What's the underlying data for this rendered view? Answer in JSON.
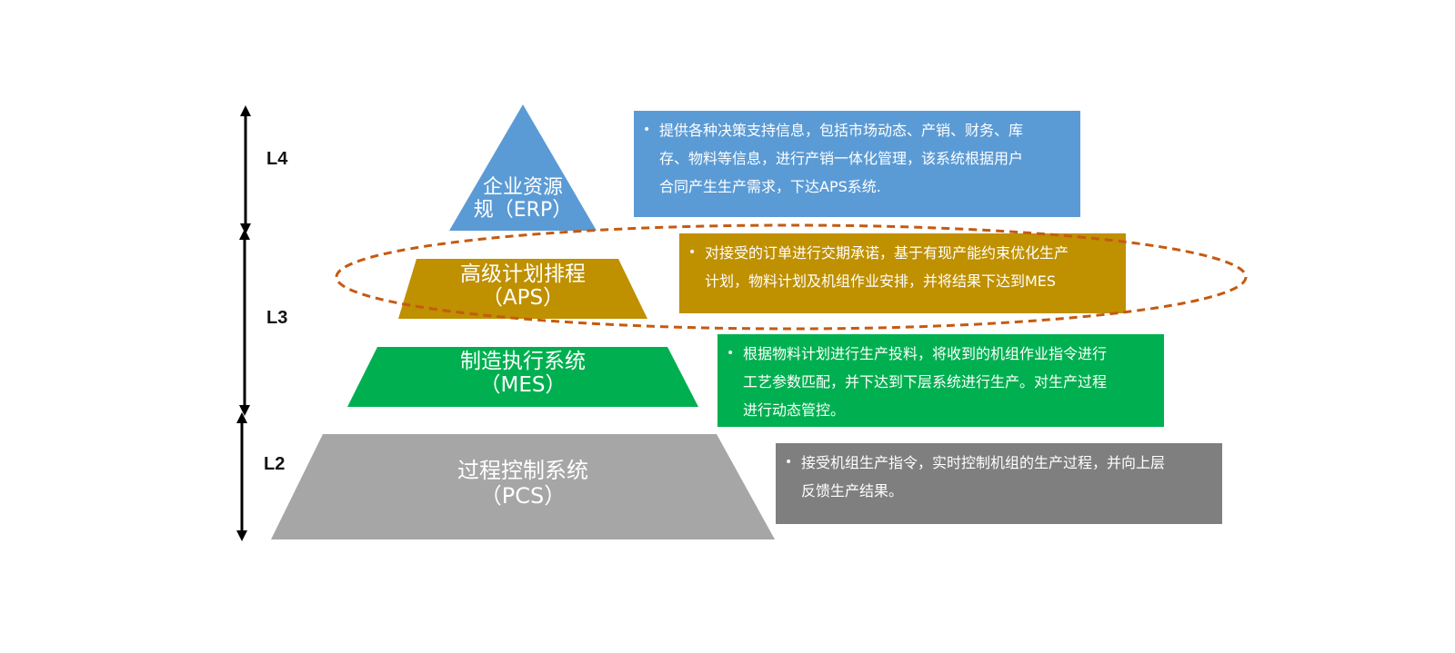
{
  "levels": [
    {
      "label": "L4"
    },
    {
      "label": "L3"
    },
    {
      "label": "L2"
    }
  ],
  "pyramid": [
    {
      "id": "erp",
      "lines": [
        "企业资源",
        "规（ERP）"
      ],
      "color": "#5B9BD5"
    },
    {
      "id": "aps",
      "lines": [
        "高级计划排程",
        "（APS）"
      ],
      "color": "#BF9000"
    },
    {
      "id": "mes",
      "lines": [
        "制造执行系统",
        "（MES）"
      ],
      "color": "#00B050"
    },
    {
      "id": "pcs",
      "lines": [
        "过程控制系统",
        "（PCS）"
      ],
      "color": "#A6A6A6"
    }
  ],
  "descriptions": [
    {
      "id": "erp",
      "bullet": "•",
      "lines": [
        "提供各种决策支持信息，包括市场动态、产销、财务、库",
        "存、物料等信息，进行产销一体化管理，该系统根据用户",
        "合同产生生产需求，下达APS系统."
      ],
      "color": "#5B9BD5"
    },
    {
      "id": "aps",
      "bullet": "•",
      "lines": [
        "对接受的订单进行交期承诺，基于有现产能约束优化生产",
        "计划，物料计划及机组作业安排，并将结果下达到MES"
      ],
      "color": "#BF9000"
    },
    {
      "id": "mes",
      "bullet": "•",
      "lines": [
        "根据物料计划进行生产投料，将收到的机组作业指令进行",
        "工艺参数匹配，并下达到下层系统进行生产。对生产过程",
        "进行动态管控。"
      ],
      "color": "#00B050"
    },
    {
      "id": "pcs",
      "bullet": "•",
      "lines": [
        "接受机组生产指令，实时控制机组的生产过程，并向上层",
        "反馈生产结果。"
      ],
      "color": "#7F7F7F"
    }
  ],
  "highlight": {
    "color": "#C55A11"
  }
}
